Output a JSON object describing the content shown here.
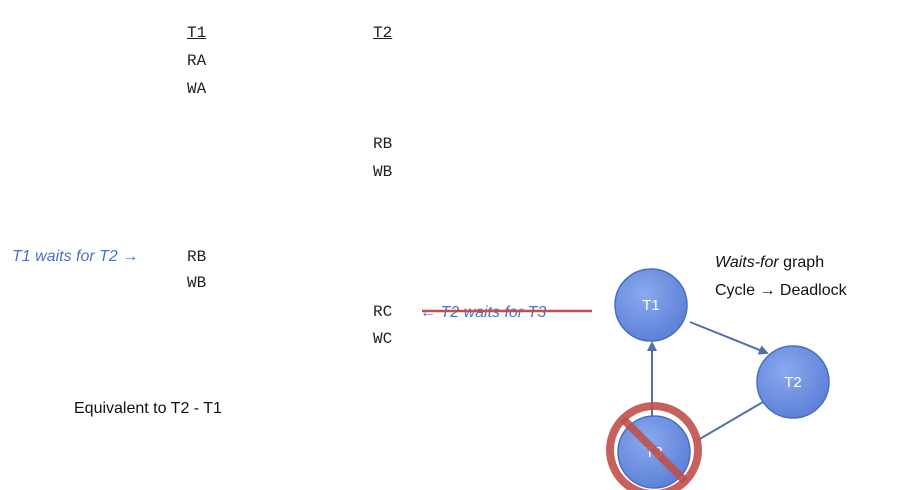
{
  "schedule": {
    "t1_header": "T1",
    "t2_header": "T2",
    "t1_ops_top": [
      "RA",
      "WA"
    ],
    "t2_ops_mid": [
      "RB",
      "WB"
    ],
    "t1_ops_bottom": [
      "RB",
      "WB"
    ],
    "t2_ops_bottom": [
      "RC",
      "WC"
    ]
  },
  "annotations": {
    "t1_waits": "T1 waits for T2 →",
    "t2_waits": "← T2 waits for T3",
    "equivalent": "Equivalent to T2 - T1"
  },
  "graph": {
    "title_italic": "Waits-for",
    "title_rest": " graph",
    "cycle_text": "Cycle → Deadlock",
    "nodes": [
      "T1",
      "T2",
      "T3"
    ],
    "colors": {
      "node": "#6a8fe0",
      "node_edge": "#4a6fbf",
      "arrow": "#4f6fad",
      "prohibit": "#c0504d",
      "annotation": "#4a72c4"
    }
  }
}
